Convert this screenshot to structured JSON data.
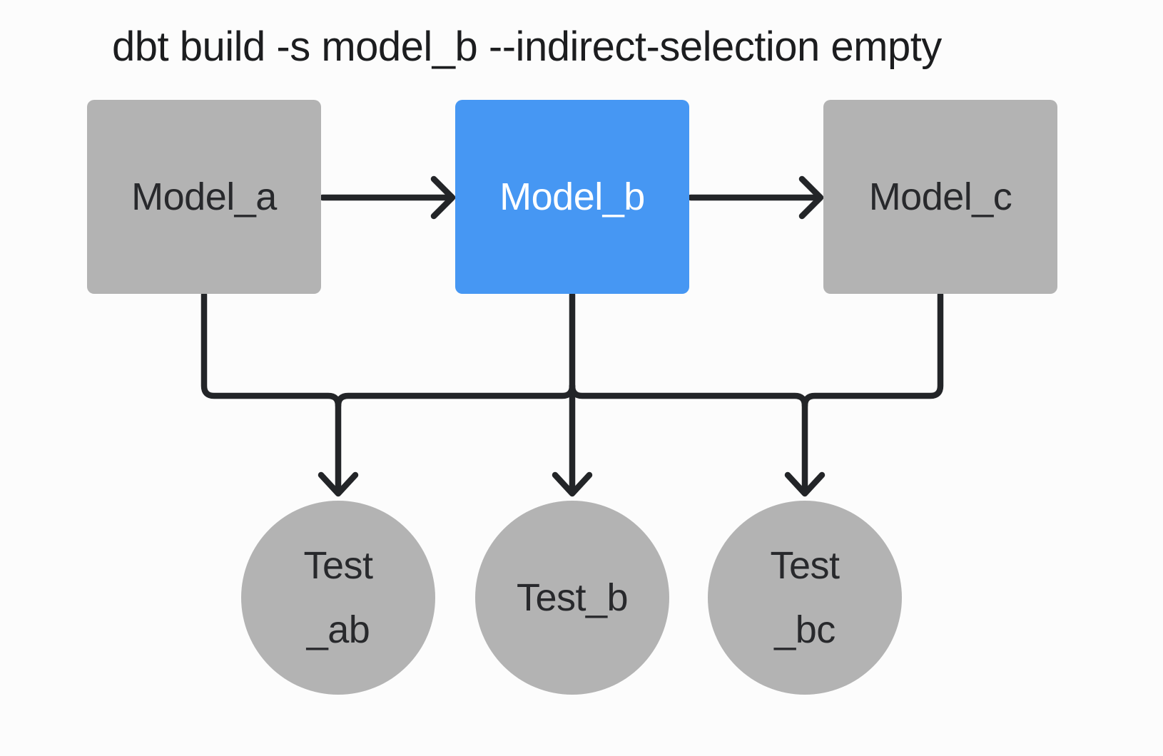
{
  "title": "dbt build -s model_b --indirect-selection empty",
  "nodes": {
    "model_a": {
      "label": "Model_a",
      "type": "model",
      "state": "unselected"
    },
    "model_b": {
      "label": "Model_b",
      "type": "model",
      "state": "selected"
    },
    "model_c": {
      "label": "Model_c",
      "type": "model",
      "state": "unselected"
    },
    "test_ab": {
      "label_line1": "Test",
      "label_line2": "_ab",
      "type": "test",
      "state": "unselected"
    },
    "test_b": {
      "label_line1": "Test_b",
      "label_line2": "",
      "type": "test",
      "state": "unselected"
    },
    "test_bc": {
      "label_line1": "Test",
      "label_line2": "_bc",
      "type": "test",
      "state": "unselected"
    }
  },
  "edges": [
    {
      "from": "model_a",
      "to": "model_b",
      "style": "arrow-right"
    },
    {
      "from": "model_b",
      "to": "model_c",
      "style": "arrow-right"
    },
    {
      "from": "model_a",
      "to": "test_ab",
      "style": "arrow-down-via-bus"
    },
    {
      "from": "model_b",
      "to": "test_b",
      "style": "arrow-down-via-bus"
    },
    {
      "from": "model_c",
      "to": "test_bc",
      "style": "arrow-down-via-bus"
    }
  ],
  "colors": {
    "background": "#fcfcfc",
    "selected_fill": "#4697f3",
    "unselected_fill": "#b3b3b3",
    "edge": "#232528",
    "title_text": "#1c1d1f",
    "node_text": "#28292c",
    "selected_text": "#ffffff"
  }
}
